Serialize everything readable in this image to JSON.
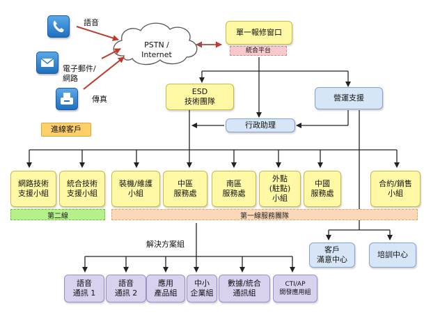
{
  "channels": {
    "voice": "語音",
    "email": "電子郵件/\n網路",
    "fax": "傳真",
    "incoming_customer": "進線客戶"
  },
  "cloud": {
    "label": "PSTN /\nInternet"
  },
  "single_window": {
    "title": "單一報修窗口",
    "platform": "統合平台"
  },
  "esd": "ESD\n技術團隊",
  "ops_support": "營運支援",
  "admin_assistant": "行政助理",
  "tier2": {
    "teams": [
      "網路技術\n支援小組",
      "統合技術\n支援小組"
    ],
    "bar_label": "第二線"
  },
  "tier1": {
    "teams": [
      "裝機/維護\n小組",
      "中區\n服務處",
      "南區\n服務處",
      "外點\n(駐點)\n小組",
      "中國\n服務處"
    ],
    "bar_label": "第一線服務團隊"
  },
  "contract_sales": "合約/銷售\n小組",
  "customer_satisfaction": "客戶\n滿意中心",
  "training_center": "培訓中心",
  "solutions": {
    "title": "解決方案組",
    "groups": [
      "語音\n通訊 1",
      "語音\n通訊 2",
      "應用\n產品組",
      "中小\n企業組",
      "數據/統合\n通訊組",
      "CTI/AP\n開發應用組"
    ]
  },
  "colors": {
    "box_yellow": "#fff9a6",
    "box_blue": "#d7e6f6",
    "box_purple": "#d9d2ef",
    "tier2_bar": "#b5f08a",
    "tier1_bar": "#fbd9b8",
    "arrow_red": "#c0392b"
  },
  "icons": [
    "phone-icon",
    "email-icon",
    "fax-icon"
  ]
}
